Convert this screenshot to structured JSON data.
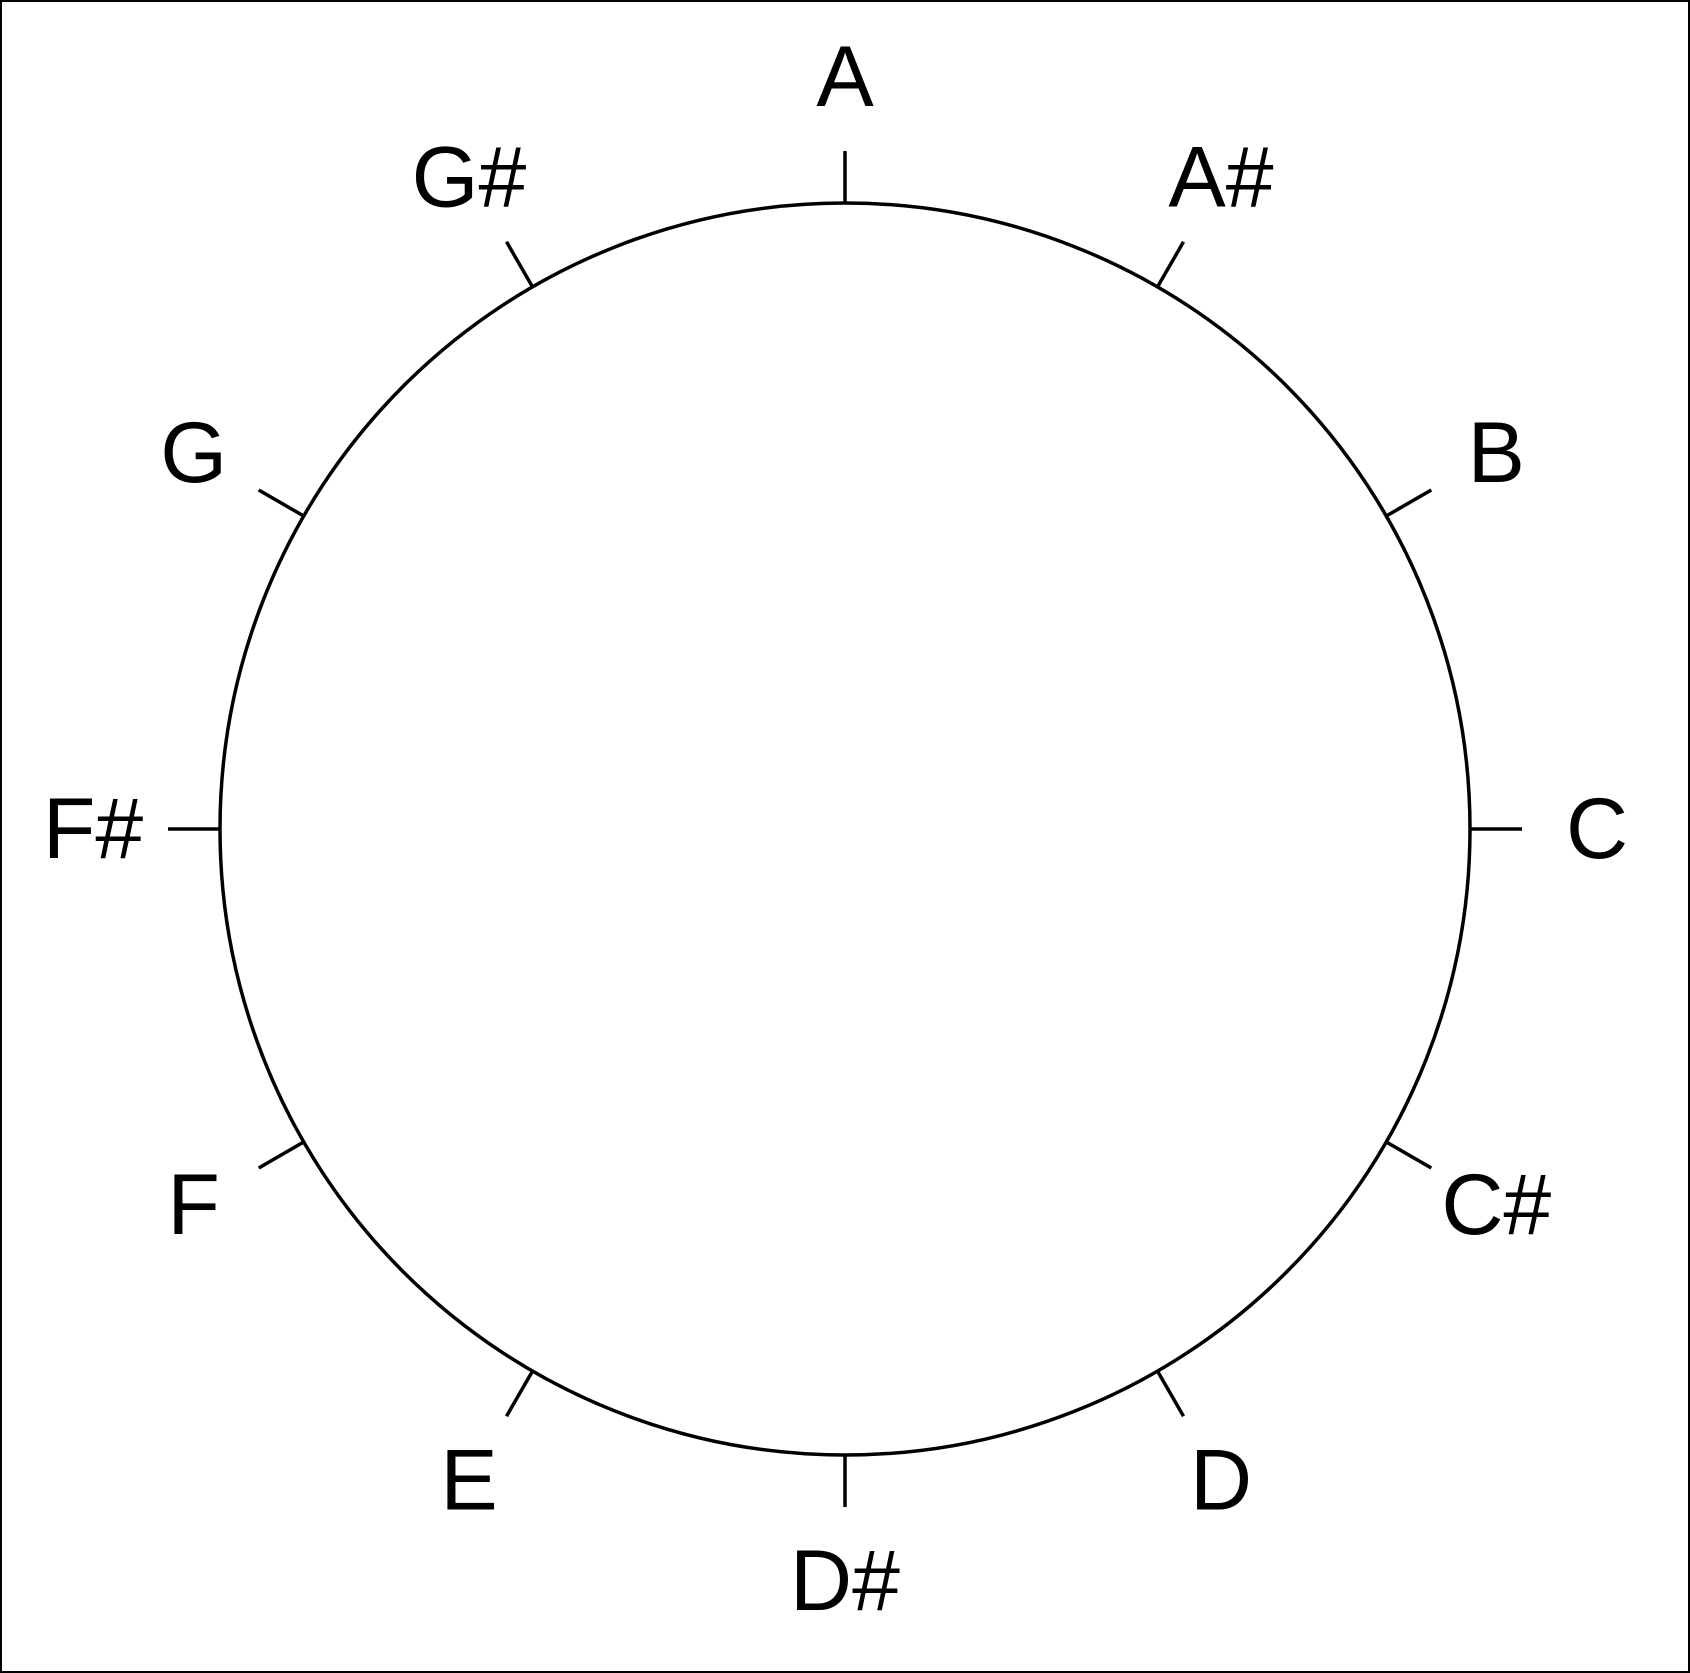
{
  "diagram": {
    "notes": [
      "A",
      "A#",
      "B",
      "C",
      "C#",
      "D",
      "D#",
      "E",
      "F",
      "F#",
      "G",
      "G#"
    ]
  },
  "colors": {
    "stroke": "#000000",
    "background": "#ffffff",
    "label": "#000000"
  }
}
